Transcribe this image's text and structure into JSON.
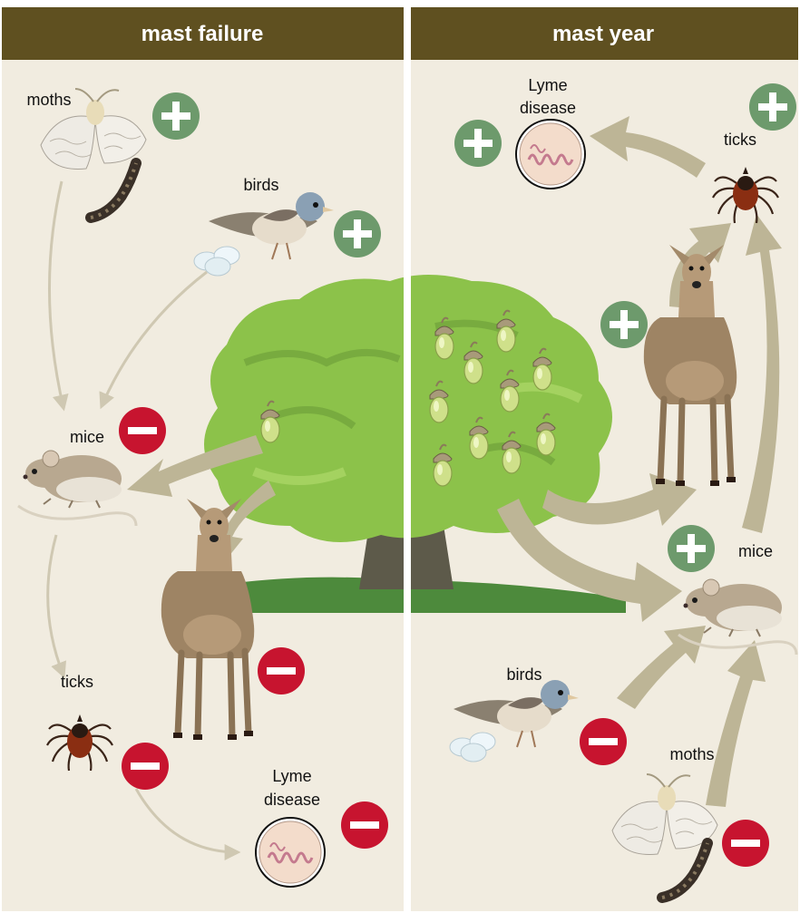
{
  "colors": {
    "header_bg": "#5f5020",
    "panel_bg": "#f1ece0",
    "divider": "#ffffff",
    "plus_badge": "#6d9a6c",
    "minus_badge": "#c7142f",
    "arrow_thin": "#cfc8b2",
    "arrow_thick": "#bdb596",
    "tree_leaves": "#8cc24a",
    "tree_trunk": "#5d5a4a",
    "grass": "#4d8a3c"
  },
  "panels": {
    "left": {
      "title": "mast failure",
      "labels": {
        "moths": "moths",
        "birds": "birds",
        "mice": "mice",
        "deer": "deer",
        "ticks": "ticks",
        "lyme_line1": "Lyme",
        "lyme_line2": "disease"
      }
    },
    "right": {
      "title": "mast year",
      "labels": {
        "lyme_line1": "Lyme",
        "lyme_line2": "disease",
        "ticks": "ticks",
        "deer": "deer",
        "mice": "mice",
        "birds": "birds",
        "moths": "moths"
      }
    }
  },
  "signs": {
    "plus": "+",
    "minus": "−"
  },
  "icons": {
    "moth": "moth-icon",
    "caterpillar": "caterpillar-icon",
    "bird": "bird-icon",
    "eggs": "eggs-icon",
    "mouse": "mouse-icon",
    "deer": "deer-icon",
    "tick": "tick-icon",
    "lyme": "bacteria-petri-icon",
    "acorn": "acorn-icon",
    "tree": "oak-tree-icon"
  }
}
